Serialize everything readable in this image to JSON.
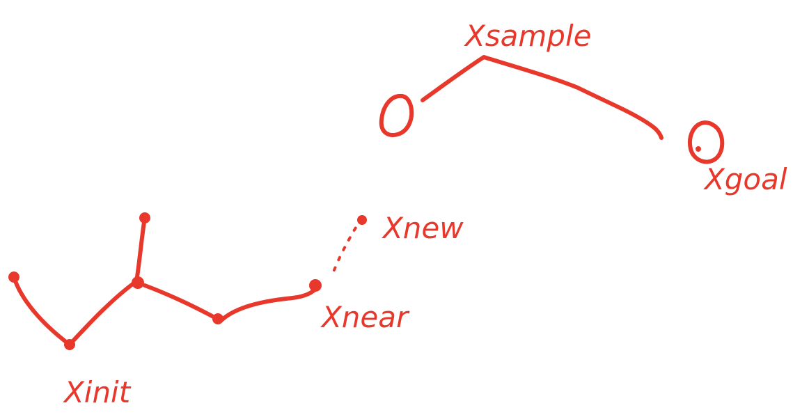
{
  "colors": {
    "ink": "#e8382c",
    "background": "#ffffff"
  },
  "labels": {
    "x_sample": "Xsample",
    "x_goal": "Xgoal",
    "x_new": "Xnew",
    "x_near": "Xnear",
    "x_init": "Xinit"
  }
}
